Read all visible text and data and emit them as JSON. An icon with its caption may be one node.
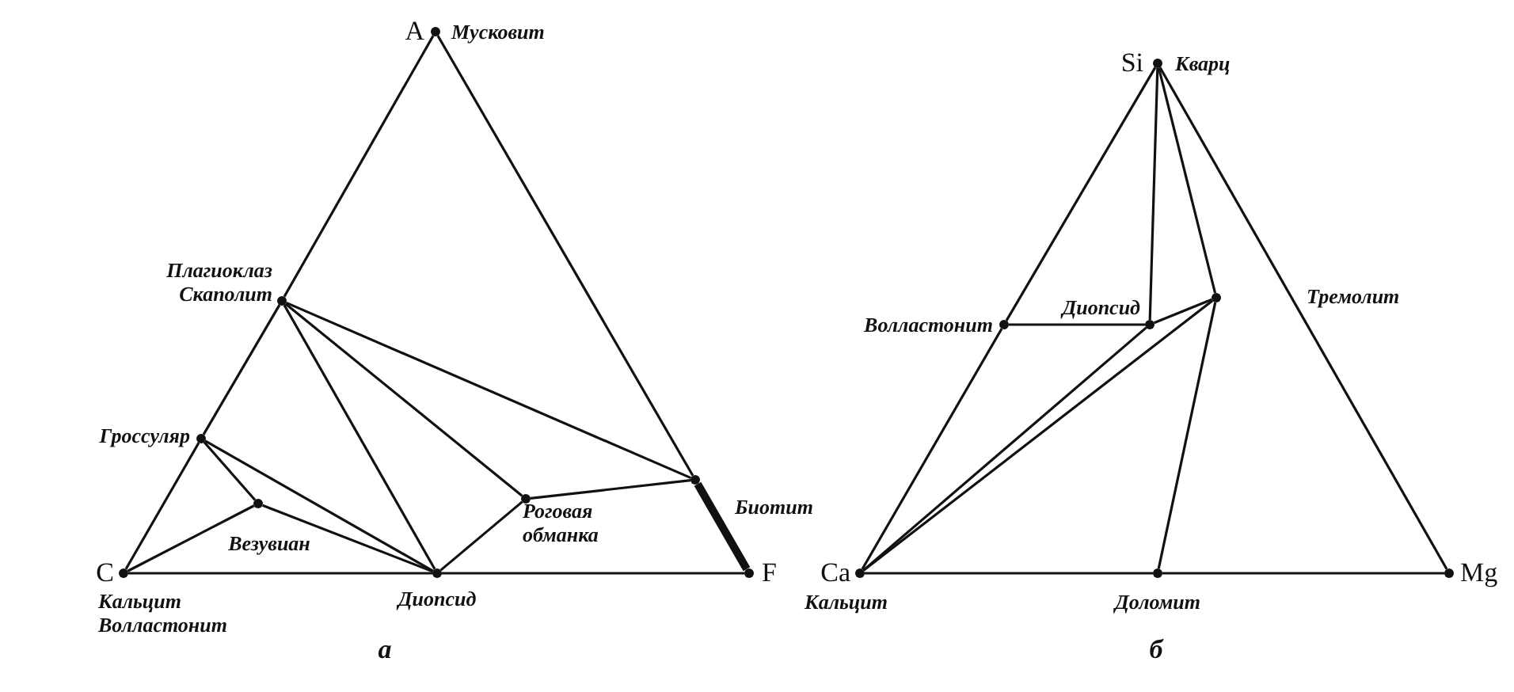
{
  "diagram": {
    "nodes": [
      {
        "text": [
          "A",
          "Мусковит"
        ]
      },
      {
        "text": [
          "Плагиоклаз Скаполит"
        ]
      },
      {
        "text": [
          "Гроссуляр"
        ]
      },
      {
        "text": [
          "Везувиан"
        ]
      },
      {
        "text": [
          "C",
          "Кальцит Волластонит"
        ]
      },
      {
        "text": [
          "Диопсид"
        ]
      },
      {
        "text": [
          "Роговая обманка"
        ]
      },
      {
        "text": [],
        "shape": "circle"
      },
      {
        "text": [
          "F"
        ]
      },
      {
        "text": [
          "Si",
          "Кварц"
        ]
      },
      {
        "text": [
          "Волластонит"
        ]
      },
      {
        "text": [
          "Диопсид"
        ]
      },
      {
        "text": [
          "Тремолит"
        ]
      },
      {
        "text": [
          "Ca",
          "Кальцит"
        ]
      },
      {
        "text": [
          "Доломит"
        ]
      },
      {
        "text": [
          "Mg"
        ]
      }
    ],
    "edges": [
      {
        "from": 0,
        "to": 1,
        "arrow": "none"
      },
      {
        "from": 1,
        "to": 2,
        "arrow": "none"
      },
      {
        "from": 2,
        "to": 4,
        "arrow": "none"
      },
      {
        "from": 0,
        "to": 7,
        "arrow": "none"
      },
      {
        "from": 7,
        "to": 8,
        "arrow": "none",
        "style": "thick"
      },
      {
        "from": 4,
        "to": 5,
        "arrow": "none"
      },
      {
        "from": 5,
        "to": 8,
        "arrow": "none"
      },
      {
        "from": 1,
        "to": 7,
        "arrow": "none"
      },
      {
        "from": 1,
        "to": 6,
        "arrow": "none"
      },
      {
        "from": 1,
        "to": 5,
        "arrow": "none"
      },
      {
        "from": 2,
        "to": 3,
        "arrow": "none"
      },
      {
        "from": 2,
        "to": 5,
        "arrow": "none"
      },
      {
        "from": 3,
        "to": 4,
        "arrow": "none"
      },
      {
        "from": 3,
        "to": 5,
        "arrow": "none"
      },
      {
        "from": 5,
        "to": 6,
        "arrow": "none"
      },
      {
        "from": 6,
        "to": 7,
        "arrow": "none"
      },
      {
        "from": 9,
        "to": 10,
        "arrow": "none"
      },
      {
        "from": 10,
        "to": 13,
        "arrow": "none"
      },
      {
        "from": 9,
        "to": 15,
        "arrow": "none"
      },
      {
        "from": 13,
        "to": 14,
        "arrow": "none"
      },
      {
        "from": 14,
        "to": 15,
        "arrow": "none"
      },
      {
        "from": 9,
        "to": 11,
        "arrow": "none"
      },
      {
        "from": 9,
        "to": 12,
        "arrow": "none"
      },
      {
        "from": 10,
        "to": 11,
        "arrow": "none"
      },
      {
        "from": 11,
        "to": 12,
        "arrow": "none"
      },
      {
        "from": 13,
        "to": 11,
        "arrow": "none"
      },
      {
        "from": 13,
        "to": 12,
        "arrow": "none"
      },
      {
        "from": 12,
        "to": 14,
        "arrow": "none"
      }
    ],
    "labels": [
      "Биотит",
      "а",
      "б"
    ]
  }
}
